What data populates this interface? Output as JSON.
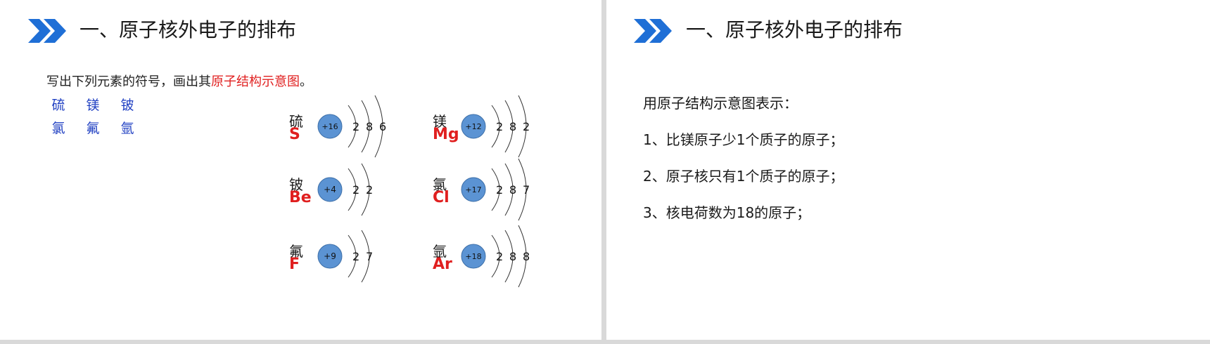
{
  "colors": {
    "accent": "#1f6fd6",
    "nucleus": "#5b93d3",
    "highlight": "#e01f1f",
    "element_name": "#1f3fc2"
  },
  "slide_left": {
    "title": "一、原子核外电子的排布",
    "instruction": {
      "prefix": "写出下列元素的符号，画出其",
      "highlight": "原子结构示意图",
      "suffix": "。"
    },
    "element_names": [
      "硫",
      "镁",
      "铍",
      "氯",
      "氟",
      "氩"
    ],
    "atoms": [
      {
        "name": "硫",
        "symbol": "S",
        "nucleus": "+16",
        "shells": [
          "2",
          "8",
          "6"
        ]
      },
      {
        "name": "镁",
        "symbol": "Mg",
        "nucleus": "+12",
        "shells": [
          "2",
          "8",
          "2"
        ]
      },
      {
        "name": "铍",
        "symbol": "Be",
        "nucleus": "+4",
        "shells": [
          "2",
          "2"
        ]
      },
      {
        "name": "氯",
        "symbol": "Cl",
        "nucleus": "+17",
        "shells": [
          "2",
          "8",
          "7"
        ]
      },
      {
        "name": "氟",
        "symbol": "F",
        "nucleus": "+9",
        "shells": [
          "2",
          "7"
        ]
      },
      {
        "name": "氩",
        "symbol": "Ar",
        "nucleus": "+18",
        "shells": [
          "2",
          "8",
          "8"
        ]
      }
    ]
  },
  "slide_right": {
    "title": "一、原子核外电子的排布",
    "lines": [
      "用原子结构示意图表示：",
      "1、比镁原子少1个质子的原子；",
      "2、原子核只有1个质子的原子；",
      "3、核电荷数为18的原子；"
    ]
  }
}
